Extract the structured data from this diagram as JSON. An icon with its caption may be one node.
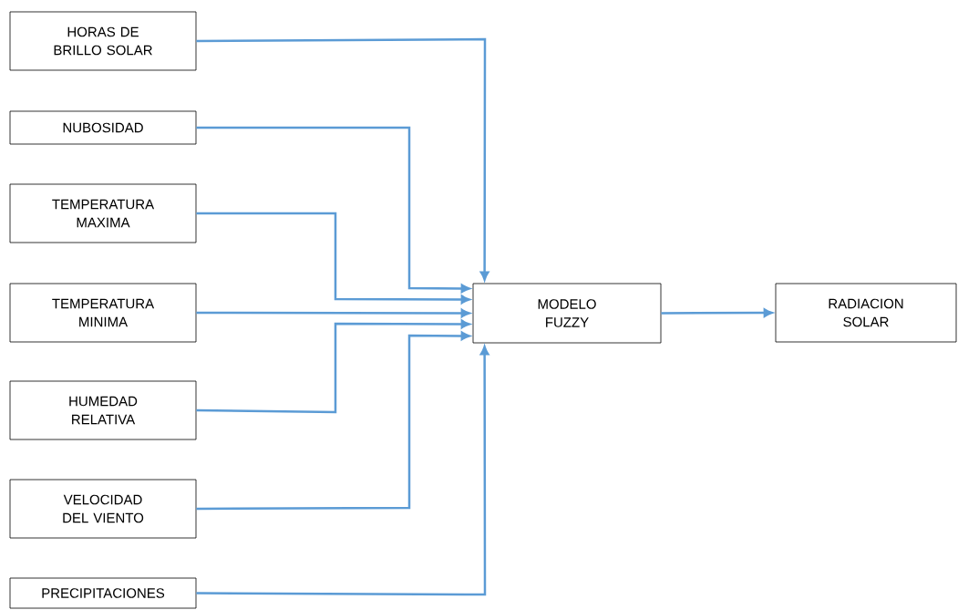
{
  "diagram": {
    "nodes": [
      {
        "text": [
          "HORAS DE BRILLO SOLAR"
        ]
      },
      {
        "text": [
          "NUBOSIDAD"
        ]
      },
      {
        "text": [
          "TEMPERATURA MAXIMA"
        ]
      },
      {
        "text": [
          "TEMPERATURA MINIMA"
        ]
      },
      {
        "text": [
          "HUMEDAD RELATIVA"
        ]
      },
      {
        "text": [
          "VELOCIDAD DEL VIENTO"
        ]
      },
      {
        "text": [
          "PRECIPITACIONES"
        ]
      },
      {
        "text": [
          "MODELO FUZZY"
        ]
      },
      {
        "text": [
          "RADIACION SOLAR"
        ]
      }
    ],
    "edges": [
      {
        "from": 0,
        "to": 7,
        "arrow": "to"
      },
      {
        "from": 1,
        "to": 7,
        "arrow": "to"
      },
      {
        "from": 2,
        "to": 7,
        "arrow": "to"
      },
      {
        "from": 3,
        "to": 7,
        "arrow": "to"
      },
      {
        "from": 4,
        "to": 7,
        "arrow": "to"
      },
      {
        "from": 5,
        "to": 7,
        "arrow": "to"
      },
      {
        "from": 6,
        "to": 7,
        "arrow": "to"
      },
      {
        "from": 7,
        "to": 8,
        "arrow": "to"
      }
    ]
  }
}
